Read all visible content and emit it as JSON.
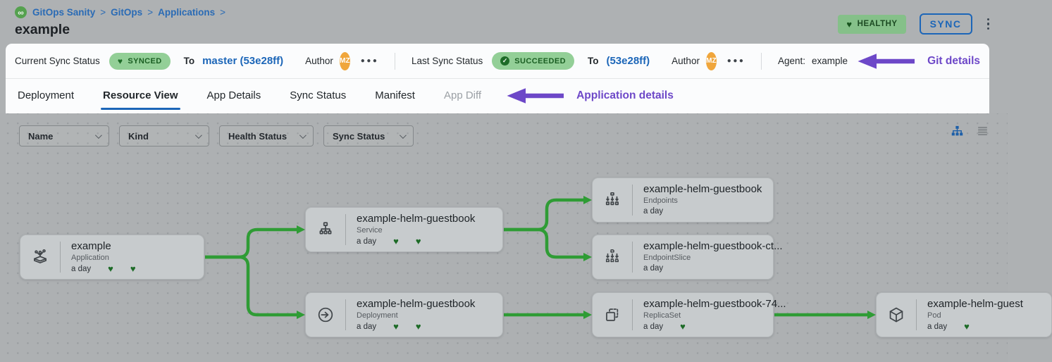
{
  "breadcrumb": {
    "logo_icon": "gitops-infinity-logo",
    "separator": ">",
    "items": [
      "GitOps Sanity",
      "GitOps",
      "Applications"
    ]
  },
  "header": {
    "title": "example",
    "healthy_badge": "HEALTHY",
    "sync_button": "SYNC"
  },
  "sync_bar": {
    "current": {
      "label": "Current Sync Status",
      "status": "SYNCED",
      "to": "To",
      "target": "master (53e28ff)",
      "author": "Author",
      "initials": "MZ"
    },
    "last": {
      "label": "Last Sync Status",
      "status": "SUCCEEDED",
      "to": "To",
      "target": "(53e28ff)",
      "author": "Author",
      "initials": "MZ"
    },
    "agent_label": "Agent:",
    "agent_value": "example",
    "annotation": "Git details"
  },
  "tabs": {
    "items": [
      {
        "label": "Deployment"
      },
      {
        "label": "Resource View",
        "active": true
      },
      {
        "label": "App Details"
      },
      {
        "label": "Sync Status"
      },
      {
        "label": "Manifest"
      },
      {
        "label": "App Diff",
        "disabled": true
      }
    ],
    "annotation": "Application details"
  },
  "filters": [
    {
      "label": "Name"
    },
    {
      "label": "Kind"
    },
    {
      "label": "Health Status"
    },
    {
      "label": "Sync Status"
    }
  ],
  "view_toggles": [
    {
      "icon": "tree-view-icon",
      "active": true
    },
    {
      "icon": "list-view-icon",
      "active": false
    }
  ],
  "graph": {
    "nodes": [
      {
        "id": "app",
        "name": "example",
        "kind": "Application",
        "age": "a day",
        "hearts": 2,
        "icon": "application"
      },
      {
        "id": "svc",
        "name": "example-helm-guestbook",
        "kind": "Service",
        "age": "a day",
        "hearts": 2,
        "icon": "service"
      },
      {
        "id": "dep",
        "name": "example-helm-guestbook",
        "kind": "Deployment",
        "age": "a day",
        "hearts": 2,
        "icon": "deployment"
      },
      {
        "id": "ep",
        "name": "example-helm-guestbook",
        "kind": "Endpoints",
        "age": "a day",
        "hearts": 0,
        "icon": "endpoints"
      },
      {
        "id": "eps",
        "name": "example-helm-guestbook-ct...",
        "kind": "EndpointSlice",
        "age": "a day",
        "hearts": 0,
        "icon": "endpointslice"
      },
      {
        "id": "rs",
        "name": "example-helm-guestbook-74...",
        "kind": "ReplicaSet",
        "age": "a day",
        "hearts": 1,
        "icon": "replicaset"
      },
      {
        "id": "pod",
        "name": "example-helm-guest",
        "kind": "Pod",
        "age": "a day",
        "hearts": 1,
        "icon": "pod"
      }
    ],
    "edges": [
      [
        "app",
        "svc"
      ],
      [
        "app",
        "dep"
      ],
      [
        "svc",
        "ep"
      ],
      [
        "svc",
        "eps"
      ],
      [
        "dep",
        "rs"
      ],
      [
        "rs",
        "pod"
      ]
    ]
  },
  "colors": {
    "accent_blue": "#1c66b8",
    "link_blue": "#2a6bb5",
    "pill_bg": "#93cf97",
    "pill_text": "#1a5e22",
    "healthy_bg": "#85c089",
    "healthy_text": "#1c4a22",
    "avatar_bg": "#f0a63c",
    "annotation_purple": "#6d48c8",
    "edge_green": "#2f9c35",
    "heart_green": "#1d6b27",
    "logo_green": "#55a14f"
  }
}
